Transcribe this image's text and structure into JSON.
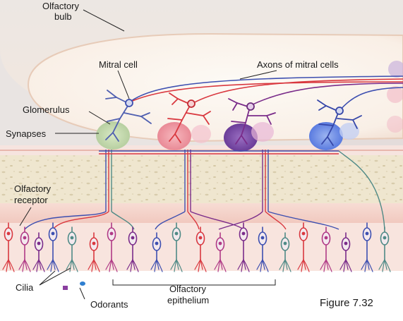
{
  "figure": {
    "caption": "Figure 7.32",
    "labels": {
      "olfactory_bulb_line1": "Olfactory",
      "olfactory_bulb_line2": "bulb",
      "mitral_cell": "Mitral cell",
      "axons_of_mitral_cells": "Axons of mitral cells",
      "glomerulus": "Glomerulus",
      "synapses": "Synapses",
      "olfactory_receptor_line1": "Olfactory",
      "olfactory_receptor_line2": "receptor",
      "cilia": "Cilia",
      "odorants": "Odorants",
      "olfactory_epithelium_line1": "Olfactory",
      "olfactory_epithelium_line2": "epithelium"
    }
  },
  "colors": {
    "cell_blue": "#3d4fb0",
    "cell_red": "#d9383f",
    "cell_purple": "#7a2c8a",
    "cell_teal": "#4f8a86",
    "cell_magenta": "#b03a86",
    "bulb_fill": "#fbf3ea",
    "bone": "#efe6cf",
    "tissue_pink": "#f4cfc8"
  },
  "icons": [
    "mitral-cell-icon",
    "glomerulus-icon",
    "receptor-cell-icon",
    "odorant-icon"
  ]
}
